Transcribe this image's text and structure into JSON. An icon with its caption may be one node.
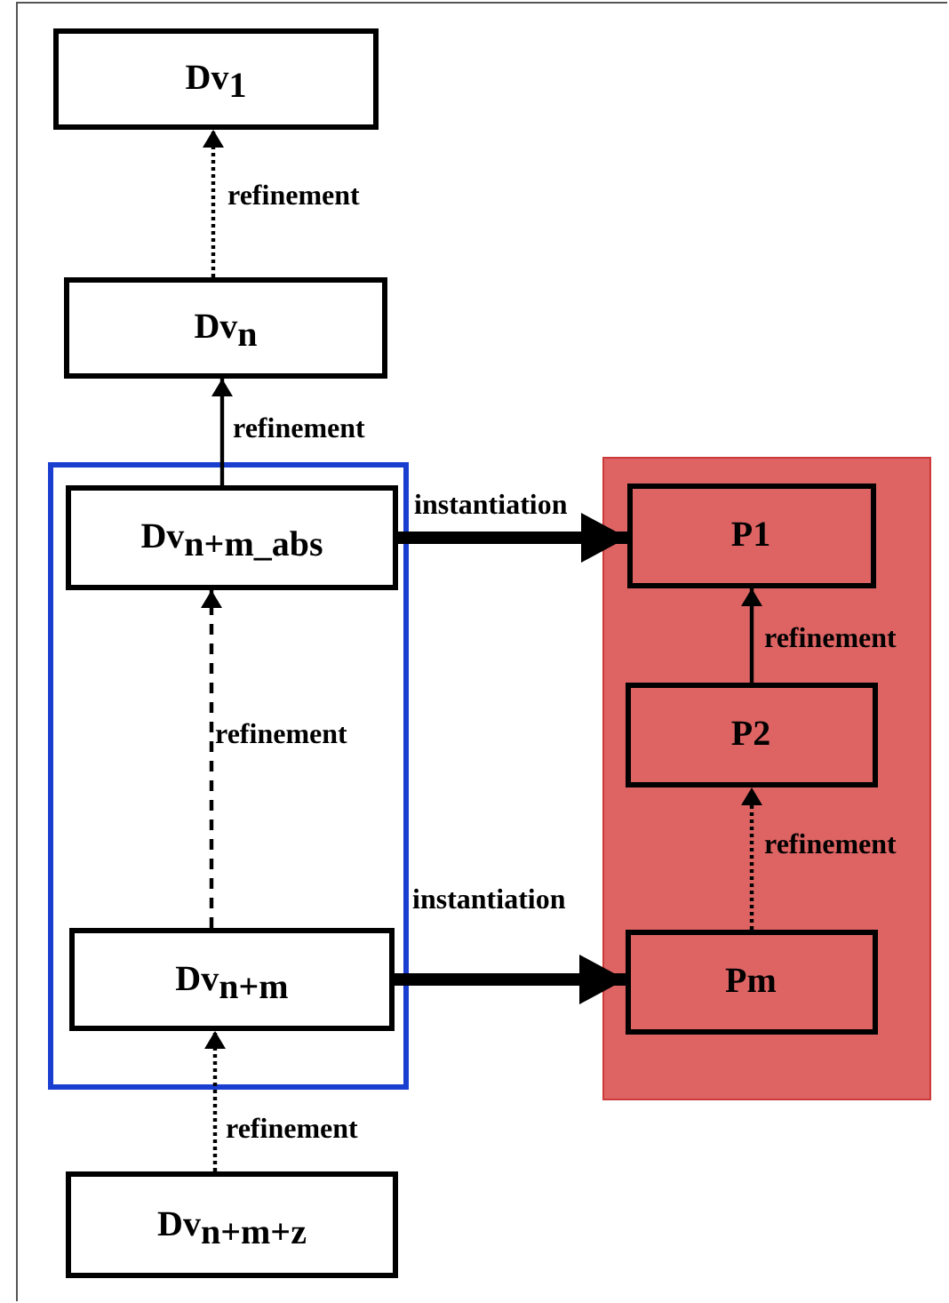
{
  "diagram": {
    "nodes": [
      {
        "text": [
          "Dv$_{1}$"
        ]
      },
      {
        "text": [
          "Dv$_{n}$"
        ]
      },
      {
        "text": [],
        "shape": "box"
      },
      {
        "text": [
          "Dv$_{n+m_abs}$"
        ],
        "in": 2
      },
      {
        "text": [
          "Dv$_{n+m}$"
        ],
        "in": 2
      },
      {
        "text": [],
        "shape": "box"
      },
      {
        "text": [
          "P1"
        ],
        "in": 5
      },
      {
        "text": [
          "P2"
        ],
        "in": 5
      },
      {
        "text": [
          "Pm"
        ],
        "in": 5
      },
      {
        "text": [
          "Dv$_{n+m+z}$"
        ]
      }
    ],
    "edges": [
      {
        "from": 1,
        "to": 0,
        "arrow": "to",
        "label": "refinement",
        "style": "dashed"
      },
      {
        "from": 3,
        "to": 1,
        "arrow": "to",
        "label": "refinement"
      },
      {
        "from": 4,
        "to": 3,
        "arrow": "to",
        "label": "refinement",
        "style": "dashed"
      },
      {
        "from": 3,
        "to": 6,
        "arrow": "to",
        "label": "instantiation",
        "style": "thick"
      },
      {
        "from": 7,
        "to": 6,
        "arrow": "to",
        "label": "refinement"
      },
      {
        "from": 8,
        "to": 7,
        "arrow": "to",
        "label": "refinement",
        "style": "dashed"
      },
      {
        "from": 4,
        "to": 8,
        "arrow": "to",
        "label": "instantiation",
        "style": "thick"
      },
      {
        "from": 9,
        "to": 4,
        "arrow": "to",
        "label": "refinement",
        "style": "dashed"
      }
    ]
  }
}
